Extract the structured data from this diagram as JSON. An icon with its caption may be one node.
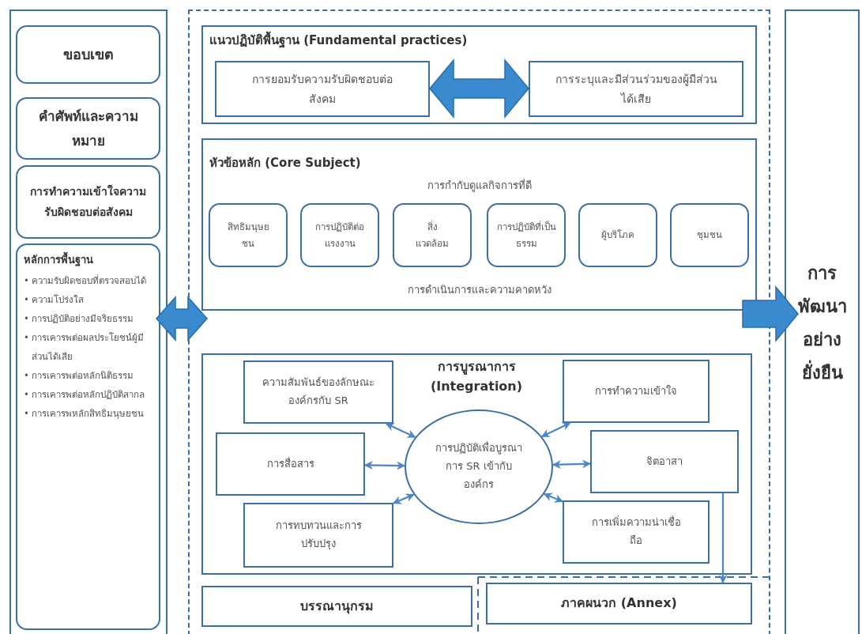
{
  "diagram": {
    "nodes": [
      {
        "text": [],
        "shape": "box"
      },
      {
        "text": [
          "ขอบเขต"
        ],
        "in": 0
      },
      {
        "text": [
          "คำศัพท์และความหมาย"
        ],
        "in": 0
      },
      {
        "text": [
          "การทำความเข้าใจความรับผิดชอบต่อสังคม"
        ],
        "in": 0
      },
      {
        "text": [
          "หลักการพื้นฐาน",
          "• ความรับผิดชอบที่ตรวจสอบได้",
          "• ความโปร่งใส",
          "• การปฏิบัติอย่างมีจริยธรรม",
          "• การเคารพต่อผลประโยชน์ผู้มีส่วนได้เสีย",
          "• การเคารพต่อหลักนิติธรรม",
          "• การเคารพต่อหลักปฏิบัติสากล",
          "• การเคารพหลักสิทธิมนุษยชน"
        ],
        "in": 0
      },
      {
        "text": [],
        "shape": "box"
      },
      {
        "text": [
          "แนวปฏิบัติพื้นฐาน (Fundamental practices)"
        ],
        "in": 5
      },
      {
        "text": [
          "การยอมรับความรับผิดชอบต่อสังคม"
        ],
        "in": 6
      },
      {
        "text": [
          "การระบุและมีส่วนร่วมของผู้มีส่วนได้เสีย"
        ],
        "in": 6
      },
      {
        "text": [
          "หัวข้อหลัก (Core Subject)",
          "การกำกับดูแลกิจการที่ดี",
          "การดำเนินการและความคาดหวัง"
        ],
        "in": 5
      },
      {
        "text": [
          "สิทธิมนุษยชน"
        ],
        "in": 9
      },
      {
        "text": [
          "การปฏิบัติต่อแรงงาน"
        ],
        "in": 9
      },
      {
        "text": [
          "สิ่งแวดล้อม"
        ],
        "in": 9
      },
      {
        "text": [
          "การปฏิบัติที่เป็นธรรม"
        ],
        "in": 9
      },
      {
        "text": [
          "ผู้บริโภค"
        ],
        "in": 9
      },
      {
        "text": [
          "ชุมชน"
        ],
        "in": 9
      },
      {
        "text": [
          "การบูรณาการ (Integration)"
        ],
        "in": 5
      },
      {
        "text": [
          "ความสัมพันธ์ของลักษณะองค์กรกับ SR"
        ],
        "in": 16
      },
      {
        "text": [
          "การสื่อสาร"
        ],
        "in": 16
      },
      {
        "text": [
          "การทบทวนและการปรับปรุง"
        ],
        "in": 16
      },
      {
        "text": [
          "การปฏิบัติเพื่อบูรณาการ SR เข้ากับองค์กร"
        ],
        "in": 16
      },
      {
        "text": [
          "การทำความเข้าใจ"
        ],
        "in": 16
      },
      {
        "text": [
          "จิตอาสา"
        ],
        "in": 16
      },
      {
        "text": [
          "การเพิ่มความน่าเชื่อถือ"
        ],
        "in": 16
      },
      {
        "text": [
          "บรรณานุกรม"
        ],
        "in": 5
      },
      {
        "text": [
          "ภาคผนวก (Annex)"
        ],
        "in": 5
      },
      {
        "text": [
          "การพัฒนาอย่างยั่งยืน"
        ]
      }
    ],
    "edges": [
      {
        "from": 7,
        "to": 8,
        "arrow": "both",
        "style": "thick"
      },
      {
        "from": 0,
        "to": 5,
        "arrow": "both",
        "style": "thick"
      },
      {
        "from": 5,
        "to": 26,
        "arrow": "to",
        "style": "thick"
      },
      {
        "from": 20,
        "to": 17,
        "arrow": "both"
      },
      {
        "from": 20,
        "to": 18,
        "arrow": "both"
      },
      {
        "from": 20,
        "to": 19,
        "arrow": "both"
      },
      {
        "from": 20,
        "to": 21,
        "arrow": "both"
      },
      {
        "from": 20,
        "to": 22,
        "arrow": "both"
      },
      {
        "from": 20,
        "to": 23,
        "arrow": "both"
      },
      {
        "from": 22,
        "to": 25,
        "arrow": "to"
      }
    ]
  }
}
